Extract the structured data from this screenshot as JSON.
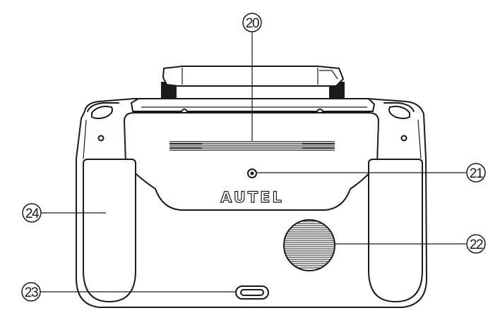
{
  "brand_logo": "AUTEL",
  "callouts": [
    {
      "number": "20",
      "target": "rear-vent"
    },
    {
      "number": "21",
      "target": "back-button-hole"
    },
    {
      "number": "22",
      "target": "speaker-grille"
    },
    {
      "number": "23",
      "target": "bottom-port"
    },
    {
      "number": "24",
      "target": "left-grip"
    }
  ]
}
